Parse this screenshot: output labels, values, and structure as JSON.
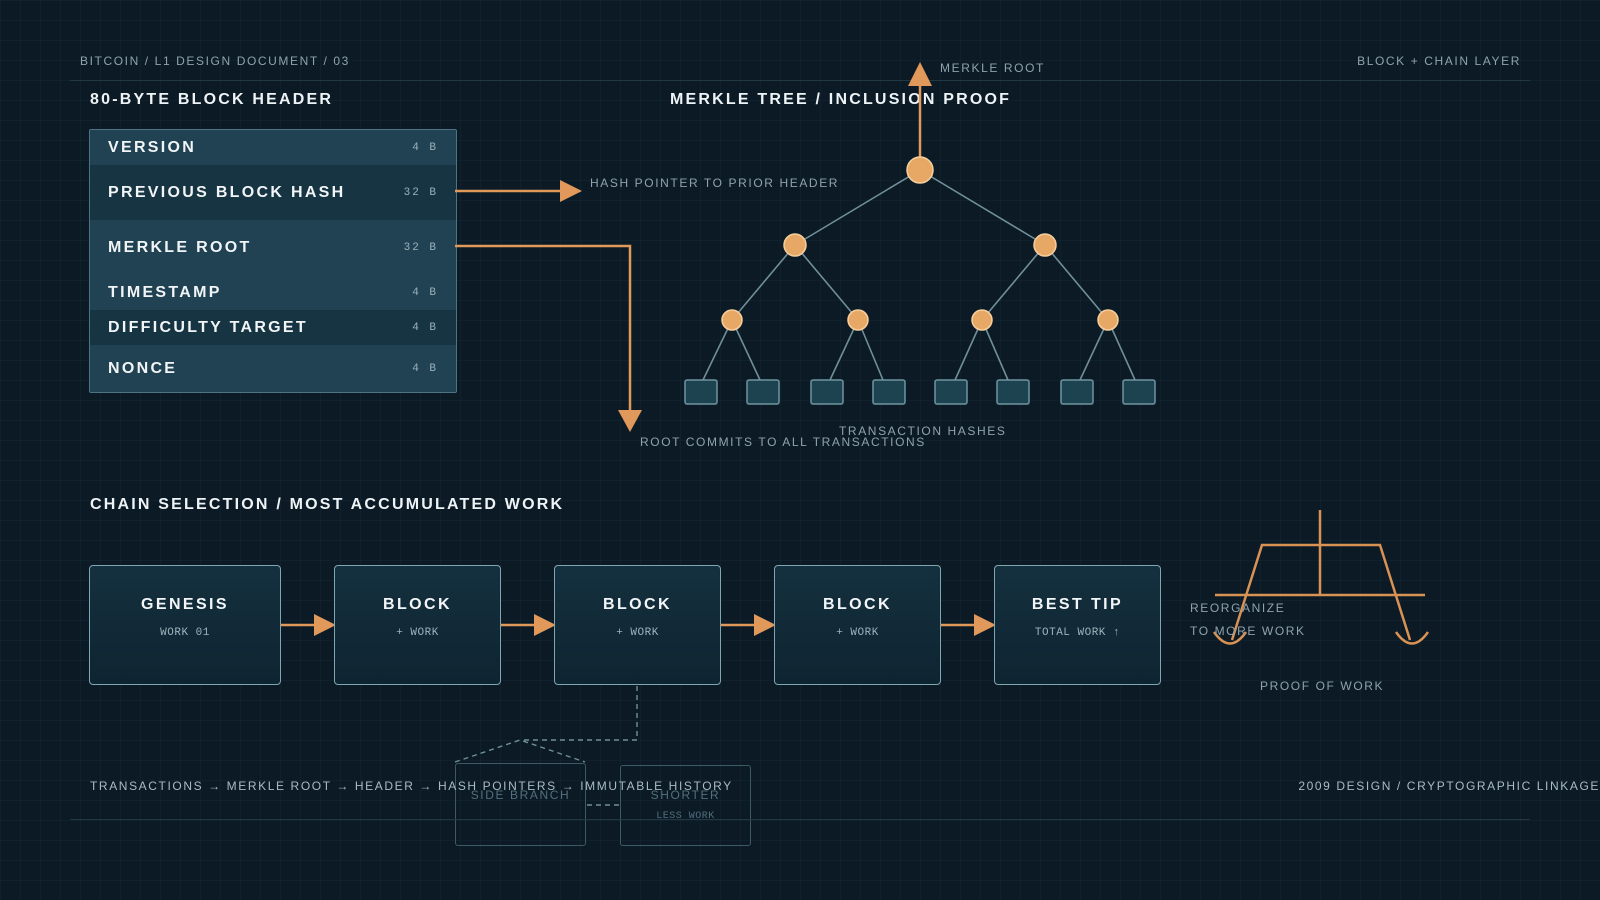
{
  "doc_label": "BITCOIN / L1 DESIGN DOCUMENT / 03",
  "layer_label": "BLOCK + CHAIN LAYER",
  "header_section": {
    "title": "80-BYTE BLOCK HEADER",
    "fields": [
      {
        "name": "VERSION",
        "size": "4 B"
      },
      {
        "name": "PREVIOUS BLOCK HASH",
        "size": "32 B"
      },
      {
        "name": "MERKLE ROOT",
        "size": "32 B"
      },
      {
        "name": "TIMESTAMP",
        "size": "4 B"
      },
      {
        "name": "DIFFICULTY TARGET",
        "size": "4 B"
      },
      {
        "name": "NONCE",
        "size": "4 B"
      }
    ],
    "prev_hash_note": "HASH POINTER TO PRIOR HEADER",
    "root_note": "ROOT COMMITS TO ALL TRANSACTIONS"
  },
  "merkle_section": {
    "title": "MERKLE TREE / INCLUSION PROOF",
    "root_label": "MERKLE ROOT",
    "leaves_label": "TRANSACTION HASHES"
  },
  "chain_section": {
    "title": "CHAIN SELECTION / MOST ACCUMULATED WORK",
    "blocks": [
      {
        "title": "GENESIS",
        "sub": "WORK 01"
      },
      {
        "title": "BLOCK",
        "sub": "+ WORK"
      },
      {
        "title": "BLOCK",
        "sub": "+ WORK"
      },
      {
        "title": "BLOCK",
        "sub": "+ WORK"
      },
      {
        "title": "BEST TIP",
        "sub": "TOTAL WORK ↑"
      }
    ],
    "side_branch": {
      "title": "SIDE BRANCH"
    },
    "shorter": {
      "title": "SHORTER",
      "sub": "LESS WORK"
    },
    "reorg_note_1": "REORGANIZE",
    "reorg_note_2": "TO MORE WORK",
    "pow_label": "PROOF OF WORK"
  },
  "footer": {
    "flow": "TRANSACTIONS → MERKLE ROOT → HEADER → HASH POINTERS → IMMUTABLE HISTORY",
    "right": "2009 DESIGN / CRYPTOGRAPHIC LINKAGE"
  },
  "colors": {
    "accent": "#e0995a",
    "node_fill": "#e8a865",
    "line": "#6f8f99",
    "leaf_fill": "#1d4250",
    "background": "#0c1a25"
  }
}
